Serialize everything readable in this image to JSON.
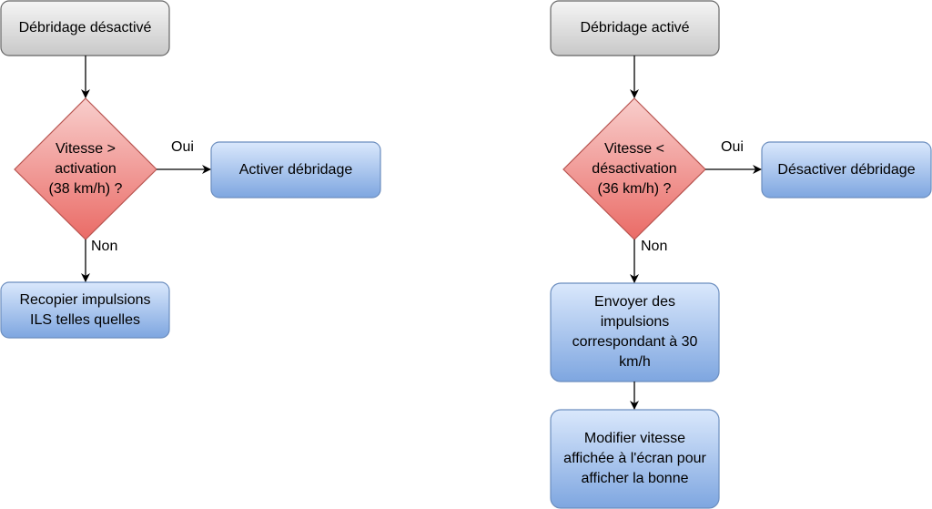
{
  "colors": {
    "start_fill_top": "#f5f5f5",
    "start_fill_bottom": "#c8c8c8",
    "start_stroke": "#666666",
    "decision_fill_top": "#f8cecc",
    "decision_fill_bottom": "#ea6b66",
    "decision_stroke": "#b85450",
    "action_fill_top": "#dae8fc",
    "action_fill_bottom": "#7ea6e0",
    "action_stroke": "#6c8ebf",
    "edge": "#000000"
  },
  "left_flow": {
    "start": "Débridage désactivé",
    "decision": "Vitesse >\nactivation\n(38 km/h) ?",
    "yes_label": "Oui",
    "yes_action": "Activer débridage",
    "no_label": "Non",
    "no_action": "Recopier impulsions\nILS telles quelles"
  },
  "right_flow": {
    "start": "Débridage activé",
    "decision": "Vitesse <\ndésactivation\n(36 km/h) ?",
    "yes_label": "Oui",
    "yes_action": "Désactiver débridage",
    "no_label": "Non",
    "no_action": "Envoyer des\nimpulsions\ncorrespondant à 30\nkm/h",
    "final_action": "Modifier vitesse\naffichée à l'écran pour\nafficher la bonne"
  }
}
